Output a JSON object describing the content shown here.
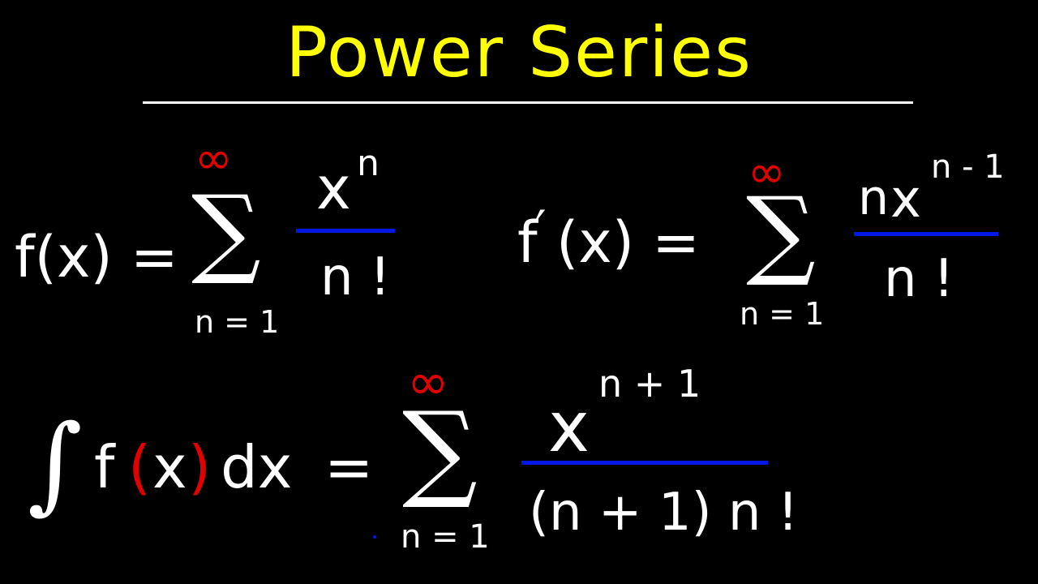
{
  "title": "Power Series",
  "colors": {
    "title": "#ffff00",
    "fraction_bar": "#0018e6",
    "accent": "#e00000",
    "background": "#000000",
    "ink": "#ffffff"
  },
  "eq1": {
    "lhs": "f(x) =",
    "sum_upper": "∞",
    "sigma": "∑",
    "sum_lower": "n = 1",
    "numerator_base": "x",
    "numerator_exp": "n",
    "denominator": "n !"
  },
  "eq2": {
    "lhs_f": "f",
    "lhs_prime": "′",
    "lhs_rest": "(x) =",
    "sum_upper": "∞",
    "sigma": "∑",
    "sum_lower": "n = 1",
    "numerator_coef": "n",
    "numerator_base": "x",
    "numerator_exp": "n - 1",
    "denominator": "n !"
  },
  "eq3": {
    "integral": "∫",
    "f": "f",
    "paren_open": "(",
    "x": "x",
    "paren_close": ")",
    "dx": "dx",
    "equals": "=",
    "sum_upper": "∞",
    "sigma": "∑",
    "sum_lower": "n = 1",
    "numerator_base": "x",
    "numerator_exp": "n + 1",
    "denominator": "(n + 1) n !"
  }
}
